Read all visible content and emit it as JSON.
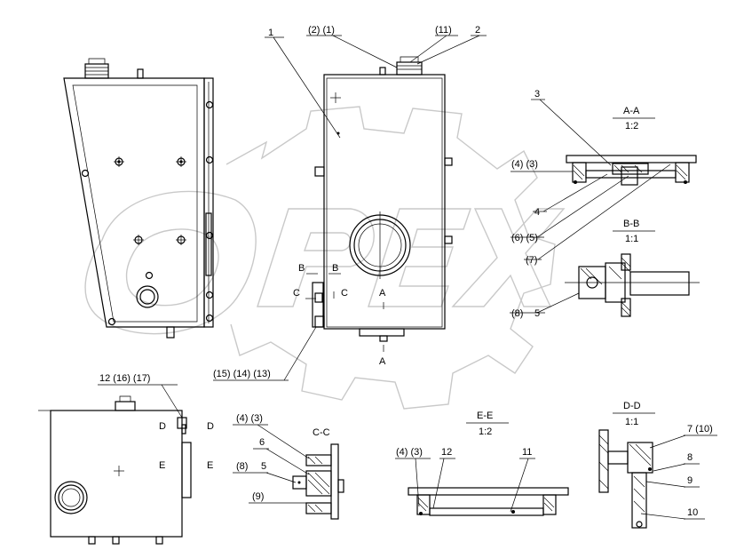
{
  "watermark": {
    "brand": "OPEX",
    "color": "#c9c9c9"
  },
  "labels": {
    "l1": "1",
    "l2": "2",
    "l2_1": "(2) (1)",
    "l11": "(11)",
    "l3": "3",
    "sec_aa": "A-A",
    "scale_aa": "1:2",
    "l4_3a": "(4) (3)",
    "l4": "4",
    "l6_5": "(6) (5)",
    "sec_bb": "B-B",
    "scale_bb": "1:1",
    "l7p": "(7)",
    "l8_5a_p": "(8)",
    "l8_5a_n": "5",
    "mark_b1": "B",
    "mark_b2": "B",
    "mark_c1": "C",
    "mark_c2": "C",
    "mark_a1": "A",
    "mark_a2": "A",
    "l15_14_13": "(15) (14) (13)",
    "l12_16_17": "12  (16) (17)",
    "mark_d1": "D",
    "mark_d2": "D",
    "mark_e1": "E",
    "mark_e2": "E",
    "l4_3b": "(4) (3)",
    "sec_cc": "C-C",
    "l6": "6",
    "l8_5b_p": "(8)",
    "l8_5b_n": "5",
    "l9p": "(9)",
    "sec_ee": "E-E",
    "scale_ee": "1:2",
    "l4_3c": "(4) (3)",
    "l12": "12",
    "l11n": "11",
    "sec_dd": "D-D",
    "scale_dd": "1:1",
    "l7_10": "7  (10)",
    "l8": "8",
    "l9": "9",
    "l10": "10"
  }
}
